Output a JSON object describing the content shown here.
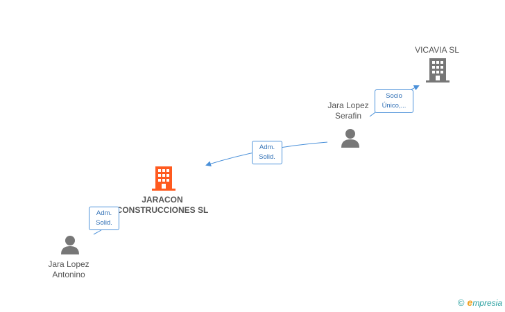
{
  "nodes": {
    "vicavia": {
      "name": "VICAVIA SL",
      "kind": "company",
      "color": "#777777"
    },
    "jaracon": {
      "name_line1": "JARACON",
      "name_line2": "CONSTRUCCIONES SL",
      "kind": "company",
      "color": "#ff5a1f"
    },
    "serafin": {
      "name_line1": "Jara Lopez",
      "name_line2": "Serafin",
      "kind": "person",
      "color": "#777777"
    },
    "antonino": {
      "name_line1": "Jara Lopez",
      "name_line2": "Antonino",
      "kind": "person",
      "color": "#777777"
    }
  },
  "edges": [
    {
      "from": "serafin",
      "to": "vicavia",
      "label_line1": "Socio",
      "label_line2": "Único,..."
    },
    {
      "from": "serafin",
      "to": "jaracon",
      "label_line1": "Adm.",
      "label_line2": "Solid."
    },
    {
      "from": "antonino",
      "to": "jaracon",
      "label_line1": "Adm.",
      "label_line2": "Solid."
    }
  ],
  "footer": {
    "copyright_symbol": "©",
    "brand_initial": "e",
    "brand_rest": "mpresia"
  },
  "colors": {
    "edge": "#4a90d9"
  }
}
